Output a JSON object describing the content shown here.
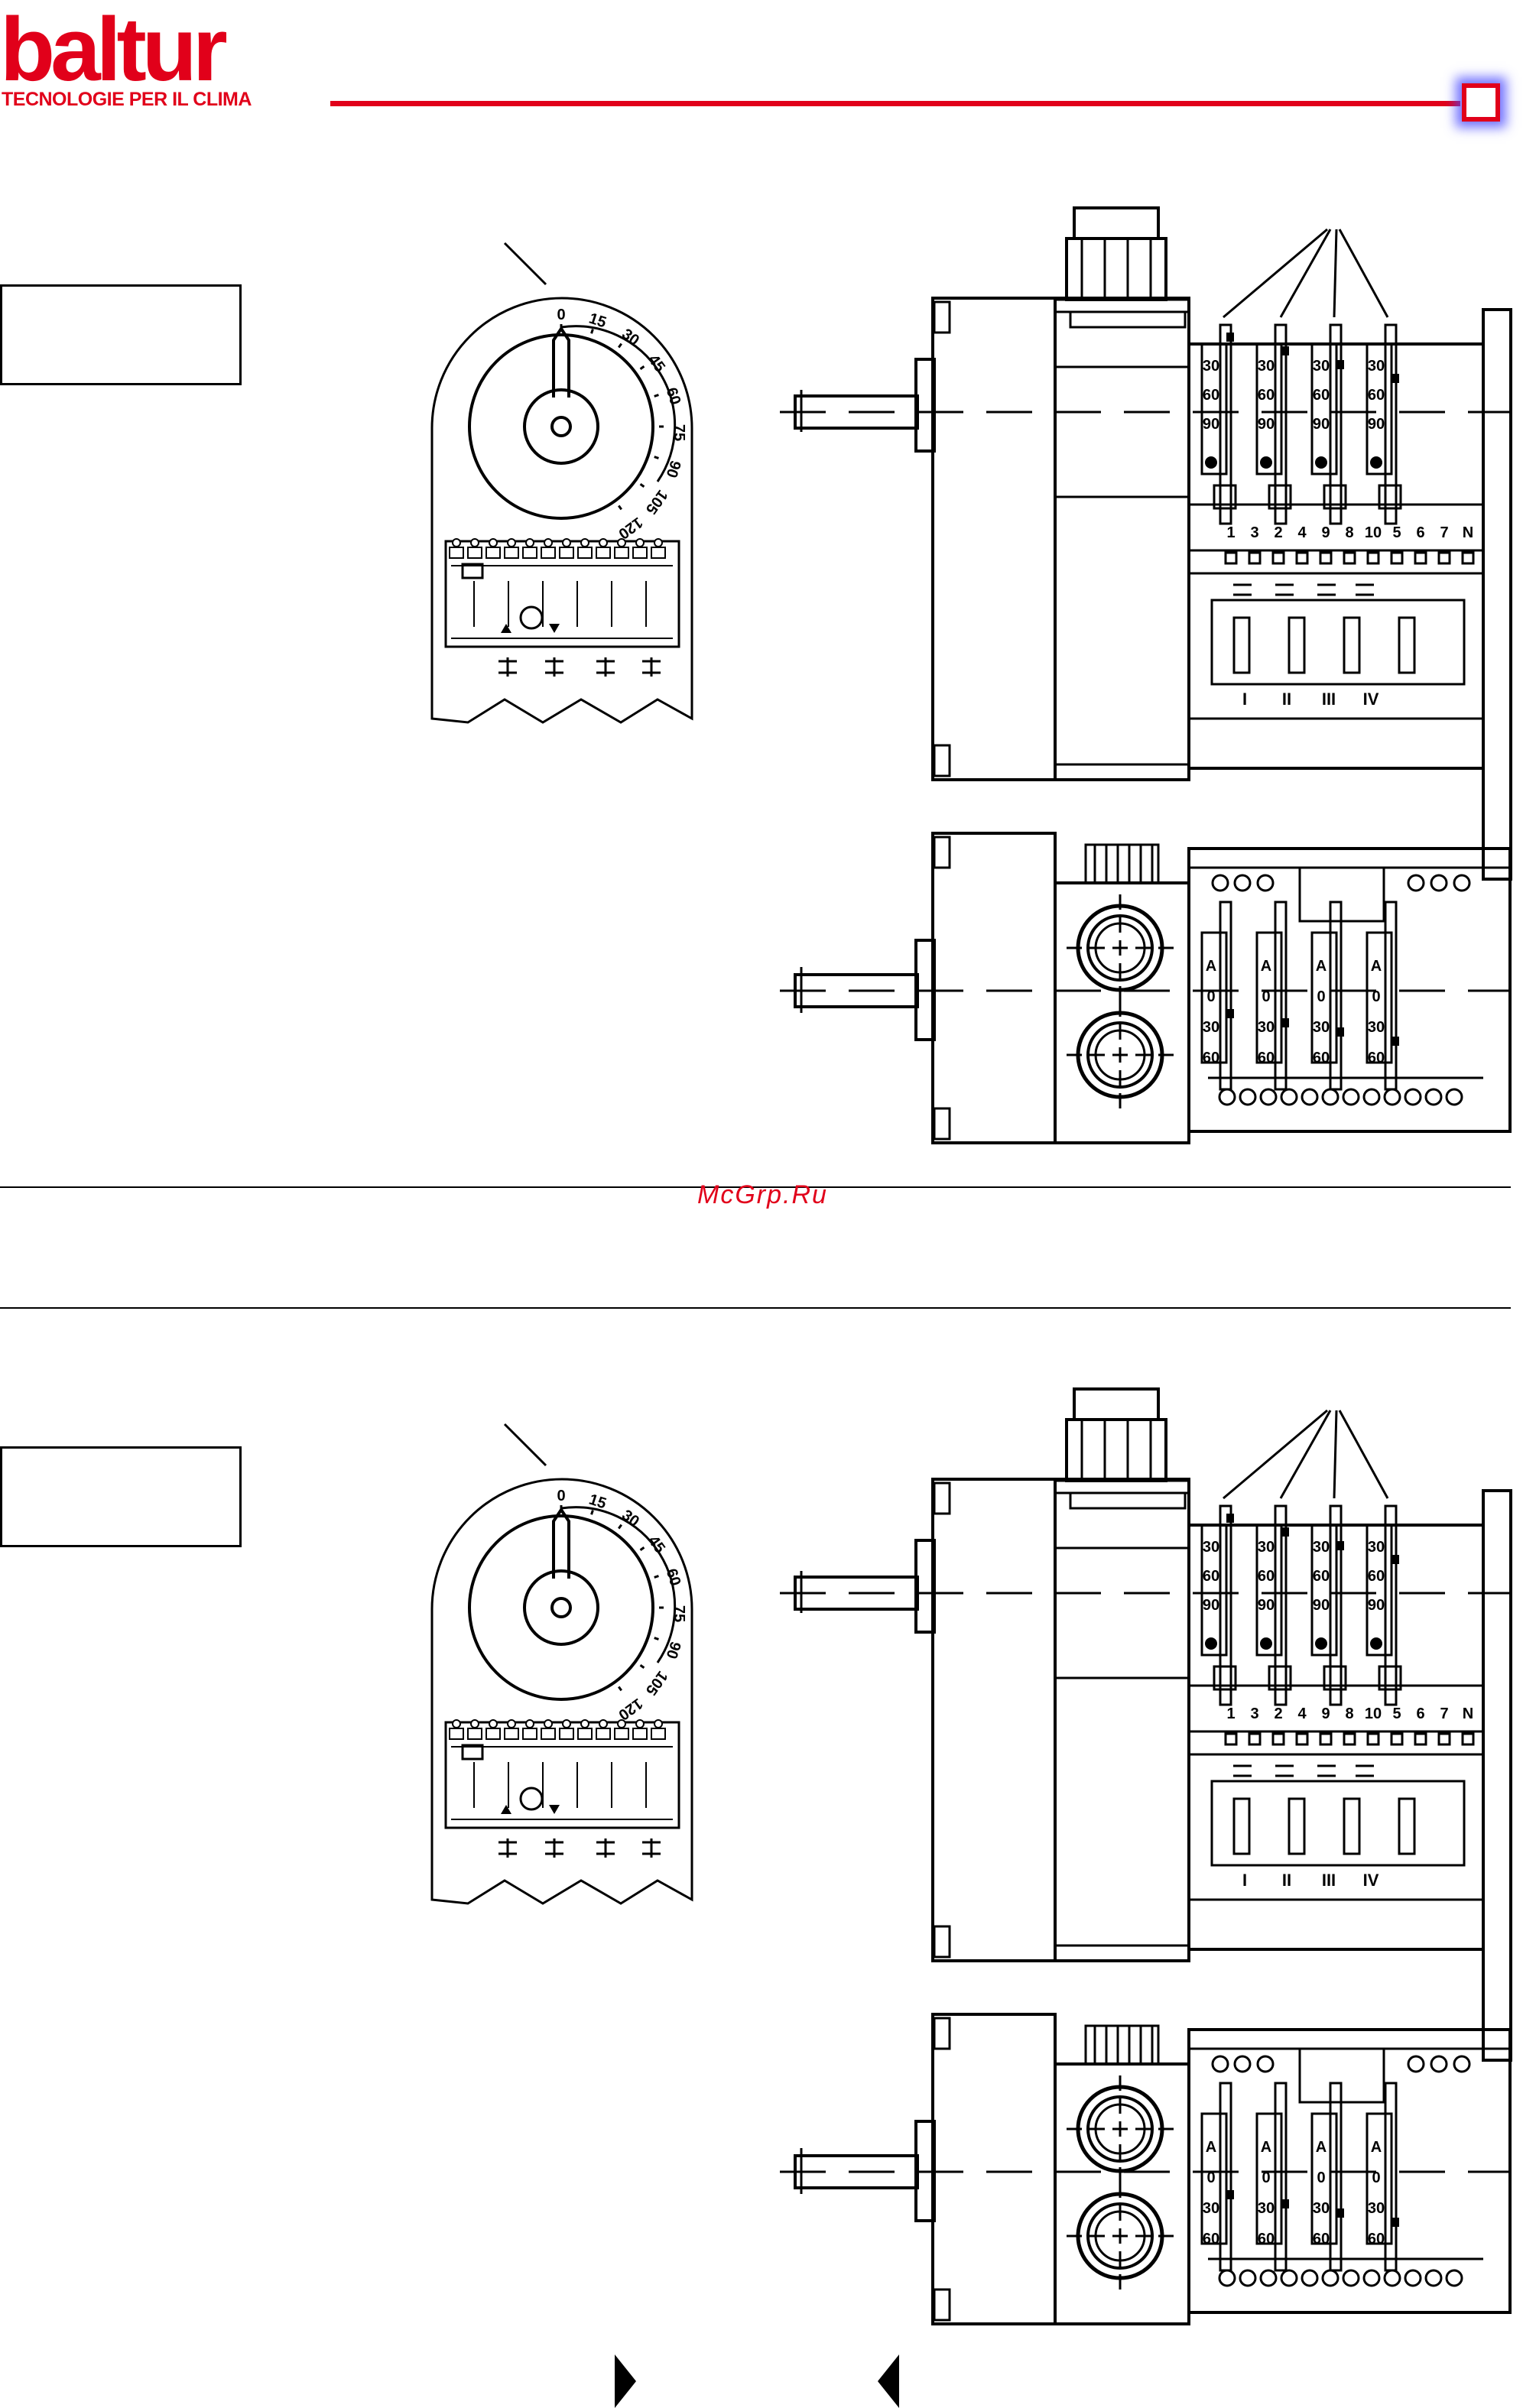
{
  "header": {
    "logo_text": "baltur",
    "tagline": "TECNOLOGIE PER IL CLIMA",
    "brand_color": "#e1001a"
  },
  "watermark": "McGrp.Ru",
  "dial": {
    "scale": [
      "0",
      "15",
      "30",
      "45",
      "60",
      "75",
      "90",
      "105",
      "120"
    ]
  },
  "terminal_numbers": [
    "1",
    "3",
    "2",
    "4",
    "9",
    "8",
    "10",
    "5",
    "6",
    "7",
    "N"
  ],
  "cam_roman": [
    "I",
    "II",
    "III",
    "IV"
  ],
  "cam_scale": [
    "30",
    "60",
    "90"
  ],
  "cam_scale_bottom": [
    "A",
    "0",
    "30",
    "60"
  ],
  "icons": {
    "nav_next": "triangle-right-icon",
    "nav_prev": "triangle-left-icon"
  }
}
